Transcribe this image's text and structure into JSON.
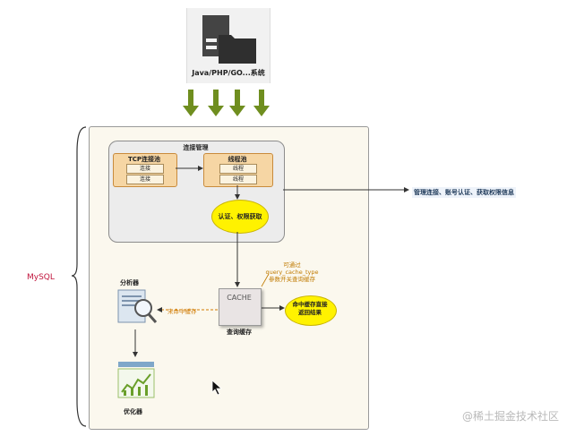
{
  "client": {
    "label": "Java/PHP/GO...系统"
  },
  "mysql": {
    "label": "MySQL"
  },
  "connection_manager": {
    "title": "连接管理",
    "tcp_pool": {
      "title": "TCP连接池",
      "slots": [
        "连接",
        "连接"
      ]
    },
    "thread_pool": {
      "title": "线程池",
      "slots": [
        "线程",
        "线程"
      ]
    },
    "auth": "认证、权限获取"
  },
  "side_note": "管理连接、账号认证、获取权限信息",
  "cache": {
    "word": "CACHE",
    "label": "查询缓存",
    "note_lines": [
      "可通过",
      "query_cache_type",
      "参数开关查询缓存"
    ],
    "miss": "未命中缓存",
    "hit_lines": [
      "命中缓存直接",
      "返回结果"
    ]
  },
  "analyzer": {
    "label": "分析器"
  },
  "optimizer": {
    "label": "优化器"
  },
  "watermark": "@稀土掘金技术社区",
  "colors": {
    "arrow_green": "#6f8e1f",
    "auth_yellow": "#fff200",
    "pool_orange": "#f6d6a4",
    "mysql_red": "#c0143c"
  },
  "icons": [
    "folder-icon",
    "document-icon",
    "magnifier-icon",
    "chart-icon",
    "cursor-icon"
  ]
}
